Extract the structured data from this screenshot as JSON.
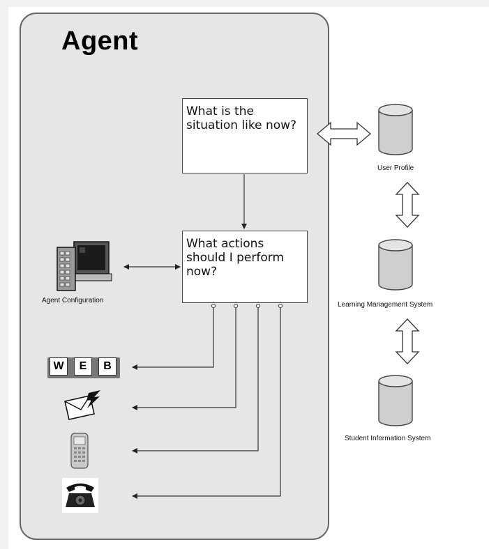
{
  "agent": {
    "title": "Agent",
    "situation_question": "What is the situation like now?",
    "actions_question": "What actions should I perform now?",
    "configuration_label": "Agent Configuration"
  },
  "channels": [
    {
      "icon": "web-icon",
      "keys": [
        "W",
        "E",
        "B"
      ]
    },
    {
      "icon": "email-icon"
    },
    {
      "icon": "mobile-phone-icon"
    },
    {
      "icon": "telephone-icon"
    }
  ],
  "databases": [
    {
      "label": "User Profile"
    },
    {
      "label": "Learning Management System"
    },
    {
      "label": "Student Information System"
    }
  ],
  "colors": {
    "panel": "#e6e6e6",
    "panel_border": "#666666",
    "database": "#cfcfcf",
    "line": "#333333"
  }
}
